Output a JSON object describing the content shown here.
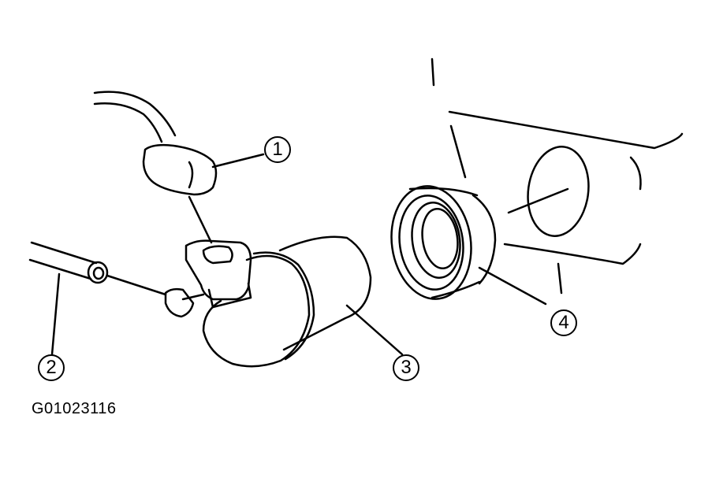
{
  "callouts": [
    {
      "id": "1",
      "label": "1"
    },
    {
      "id": "2",
      "label": "2"
    },
    {
      "id": "3",
      "label": "3"
    },
    {
      "id": "4",
      "label": "4"
    }
  ],
  "figure_id": "G01023116"
}
